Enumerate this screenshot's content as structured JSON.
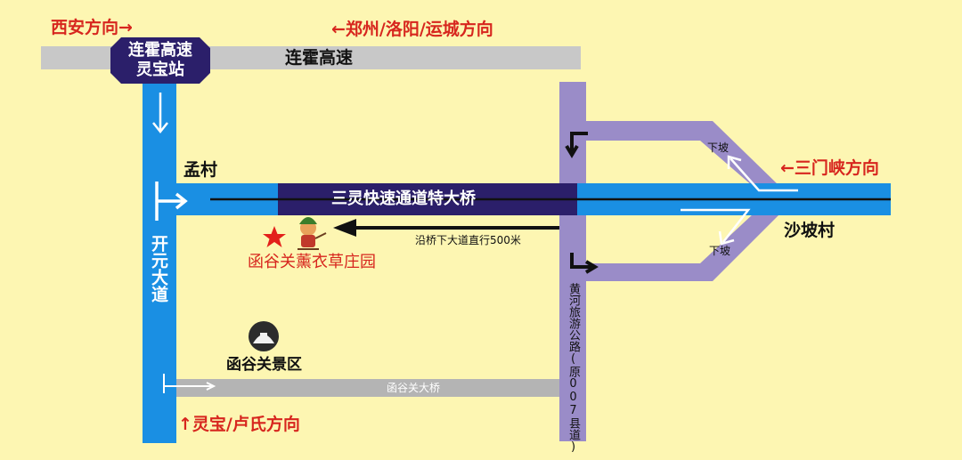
{
  "directions": {
    "xian": "西安方向→",
    "zhengzhou": "←郑州/洛阳/运城方向",
    "sanmenxia": "←三门峡方向",
    "lingbao": "↑灵宝/卢氏方向"
  },
  "roads": {
    "expressway": "连霍高速",
    "kaiyuan": "开元大道",
    "bridge": "三灵快速通道特大桥",
    "yellow_river": "黄河旅游公路(原007县道)",
    "hangu_bridge": "函谷关大桥"
  },
  "station": {
    "line1": "连霍高速",
    "line2": "灵宝站"
  },
  "places": {
    "mengcun": "孟村",
    "shapocun": "沙坡村",
    "hangu_scenic": "函谷关景区",
    "lavender": "函谷关薰衣草庄园"
  },
  "notes": {
    "ramp_top": "下坡",
    "ramp_bottom": "下坡",
    "instruction": "沿桥下大道直行500米"
  },
  "colors": {
    "background": "#fdf6b2",
    "blue_road": "#1a8fe3",
    "gray_road": "#c8c8c8",
    "purple_road": "#9a8cc8",
    "dark_bridge": "#2b1f6a",
    "red_text": "#d7261e"
  }
}
